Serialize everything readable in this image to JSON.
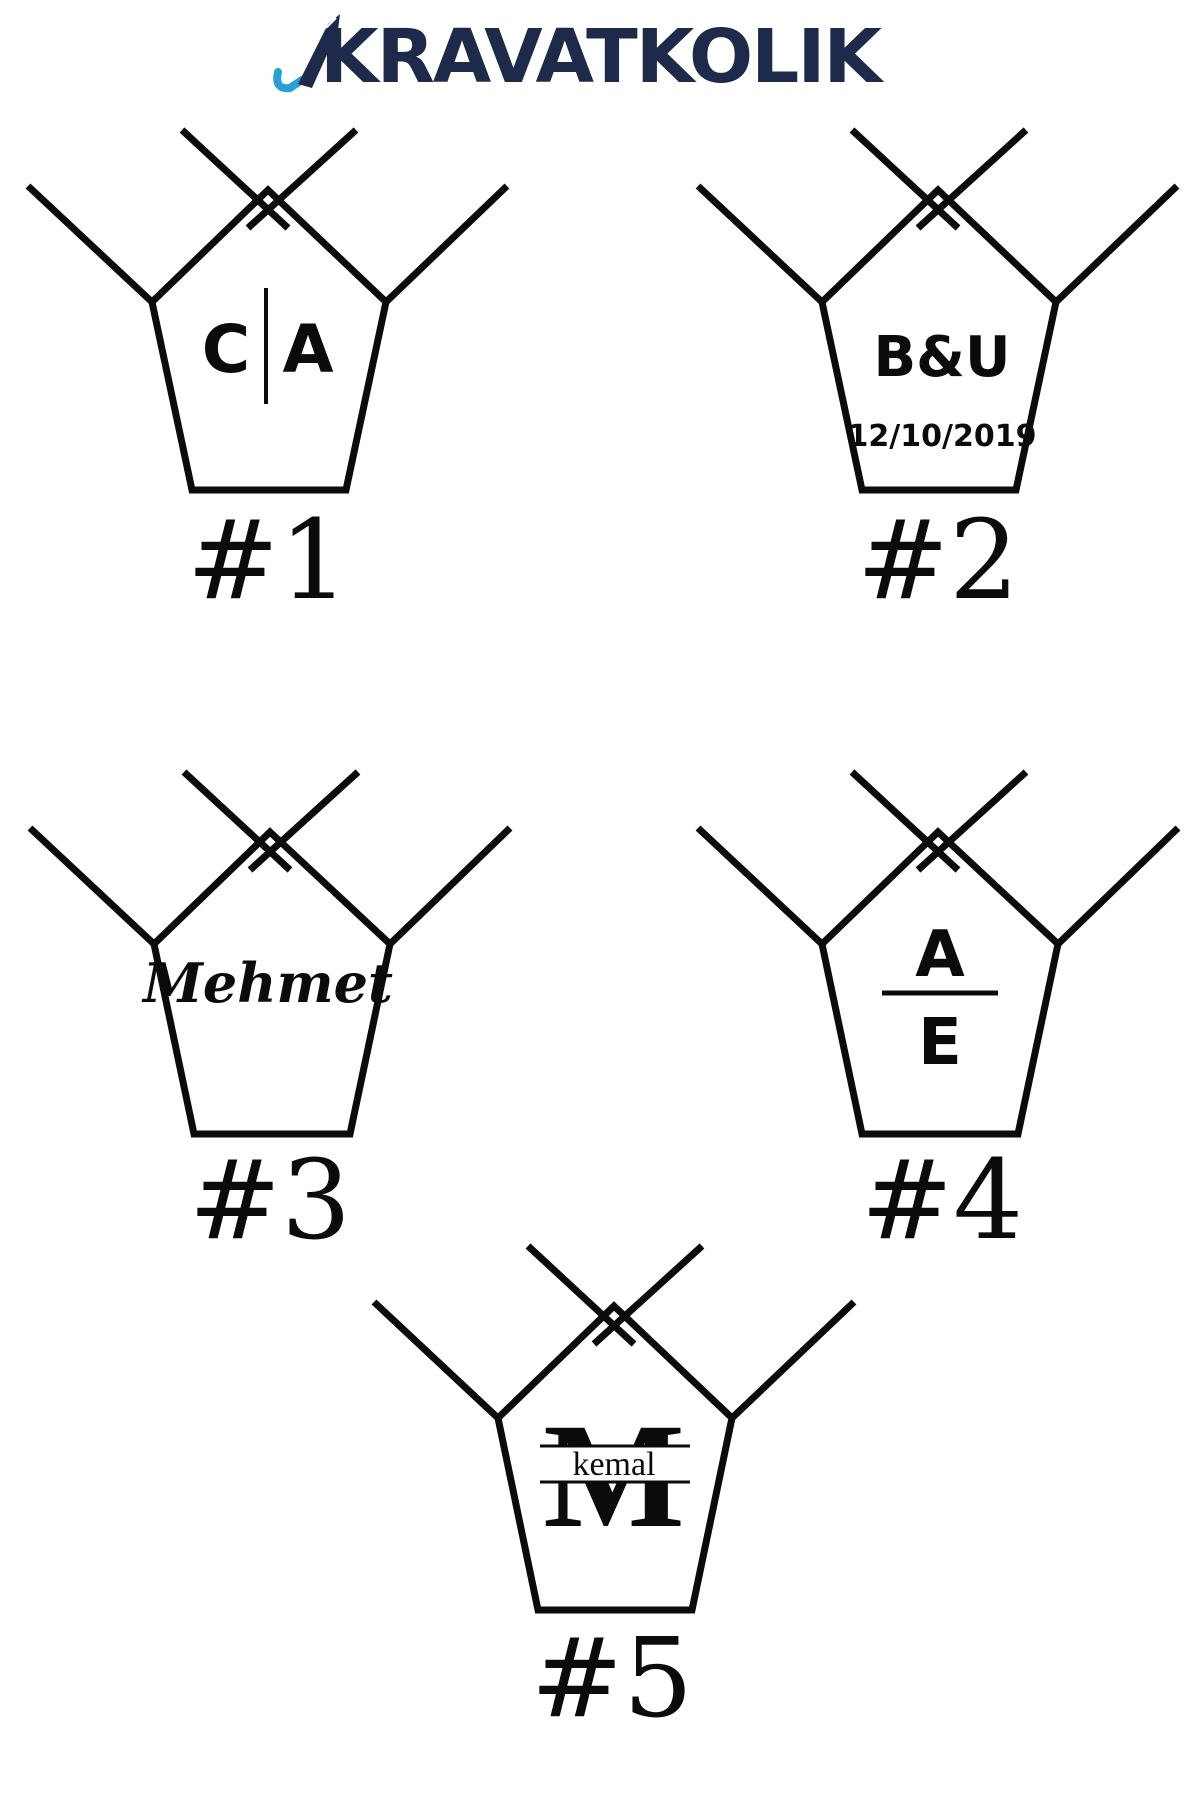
{
  "brand": {
    "logo_text": "KRAVATKOLIK",
    "primary_color": "#1e2a4a",
    "accent_color": "#2a9fd6"
  },
  "designs": [
    {
      "label": "#1",
      "left_letter": "C",
      "right_letter": "A"
    },
    {
      "label": "#2",
      "initials": "B&U",
      "date": "12/10/2019"
    },
    {
      "label": "#3",
      "name": "Mehmet"
    },
    {
      "label": "#4",
      "top_letter": "A",
      "bottom_letter": "E"
    },
    {
      "label": "#5",
      "monogram": "M",
      "name": "kemal"
    }
  ]
}
